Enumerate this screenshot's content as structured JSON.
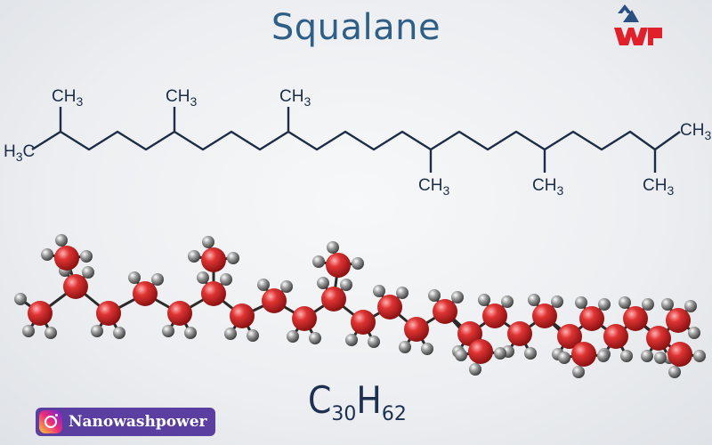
{
  "title": "Squalane",
  "structure": {
    "methyl_label": "CH",
    "methyl_sub": "3",
    "left_terminal": "H",
    "left_terminal_tail": "C",
    "left_terminal_sub": "3"
  },
  "formula": {
    "c_symbol": "C",
    "c_count": "30",
    "h_symbol": "H",
    "h_count": "62"
  },
  "logo": {
    "name": "NWP monogram",
    "colors": [
      "#e0202a",
      "#2a4f83"
    ]
  },
  "social": {
    "icon": "instagram-icon",
    "handle": "Nanowashpower",
    "badge_color": "#5b3fa0"
  },
  "colors": {
    "carbon": "#d42a2a",
    "hydrogen": "#7f7f7f",
    "bond": "#2a2a2a",
    "title": "#2f5e86"
  }
}
